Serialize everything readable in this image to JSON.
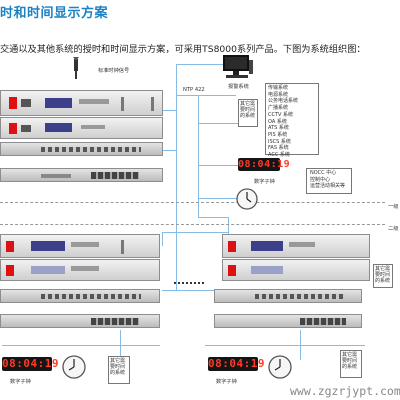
{
  "header": {
    "title": "时和时间显示方案",
    "intro": "交通以及其他系统的授时和时间显示方案，可采用TS8000系列产品。下图为系统组织图："
  },
  "labels": {
    "standard_signal": "标准时钟信号",
    "ntp": "NTP 422",
    "alarm_system": "报警系统",
    "other_time_sync": "其它需要时间的系统",
    "digital_clock": "数字子钟",
    "level_one": "一级",
    "level_two": "二级"
  },
  "systems": [
    "传输系统",
    "电源系统",
    "公务电话系统",
    "广播系统",
    "CCTV 系统",
    "OA 系统",
    "ATS 系统",
    "PIS 系统",
    "ISCS 系统",
    "FAS 系统",
    "ACC 系统"
  ],
  "nocc": [
    "NOCC 中心",
    "控制中心",
    "运营活动相关等"
  ],
  "clocks": {
    "top": "08:04:19",
    "bottom_left": "08:04:19",
    "bottom_right": "08:04:19"
  },
  "watermark": "www.zgzrjypt.com",
  "colors": {
    "title": "#1b82c5",
    "line": "#86bde8",
    "clock_digits": "#ff3a2a"
  }
}
